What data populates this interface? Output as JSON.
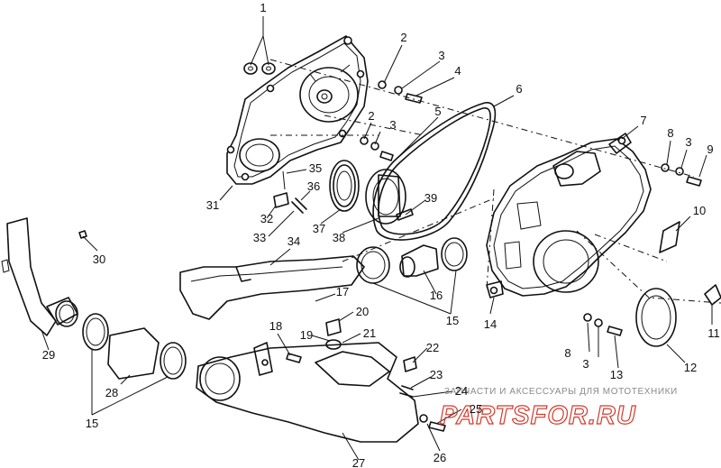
{
  "callouts": [
    "1",
    "2",
    "3",
    "4",
    "5",
    "6",
    "7",
    "8",
    "3",
    "9",
    "2",
    "3",
    "31",
    "35",
    "36",
    "32",
    "33",
    "37",
    "38",
    "39",
    "10",
    "34",
    "17",
    "16",
    "15",
    "14",
    "11",
    "8",
    "3",
    "13",
    "12",
    "30",
    "29",
    "28",
    "15",
    "18",
    "20",
    "19",
    "21",
    "22",
    "23",
    "24",
    "25",
    "26",
    "27"
  ],
  "watermark": {
    "tagline": "ЗАПЧАСТИ И АКСЕССУАРЫ ДЛЯ МОТОТЕХНИКИ",
    "logo": "PARTSFOR.RU"
  }
}
